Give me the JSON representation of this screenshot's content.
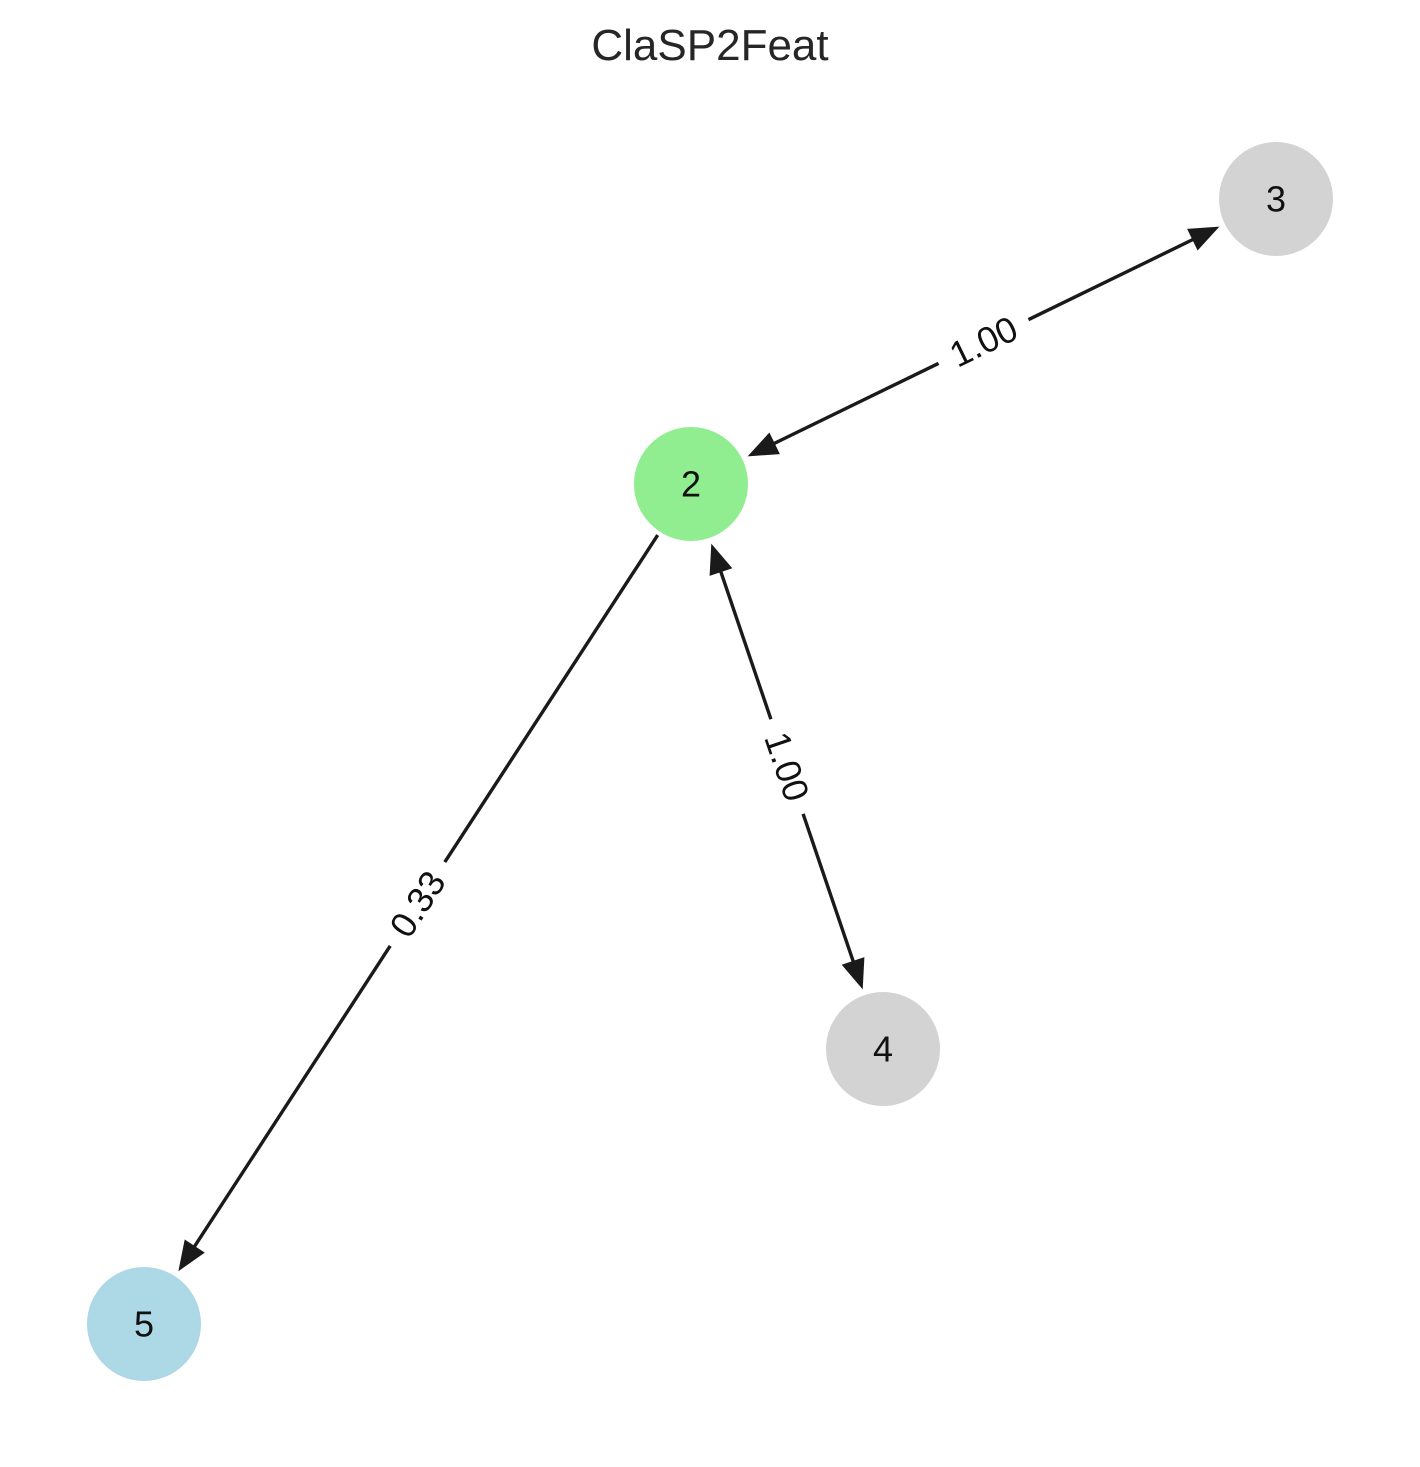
{
  "title": "ClaSP2Feat",
  "colors": {
    "edge": "#1a1a1a",
    "label_background": "#ffffff"
  },
  "nodes": [
    {
      "id": "2",
      "label": "2",
      "color": "#90ee90"
    },
    {
      "id": "3",
      "label": "3",
      "color": "#d3d3d3"
    },
    {
      "id": "4",
      "label": "4",
      "color": "#d3d3d3"
    },
    {
      "id": "5",
      "label": "5",
      "color": "#add8e6"
    }
  ],
  "edges": [
    {
      "id": "e-2-3",
      "from": "2",
      "to": "3",
      "label": "1.00",
      "arrows": "both"
    },
    {
      "id": "e-2-4",
      "from": "2",
      "to": "4",
      "label": "1.00",
      "arrows": "both"
    },
    {
      "id": "e-2-5",
      "from": "2",
      "to": "5",
      "label": "0.33",
      "arrows": "to"
    }
  ]
}
